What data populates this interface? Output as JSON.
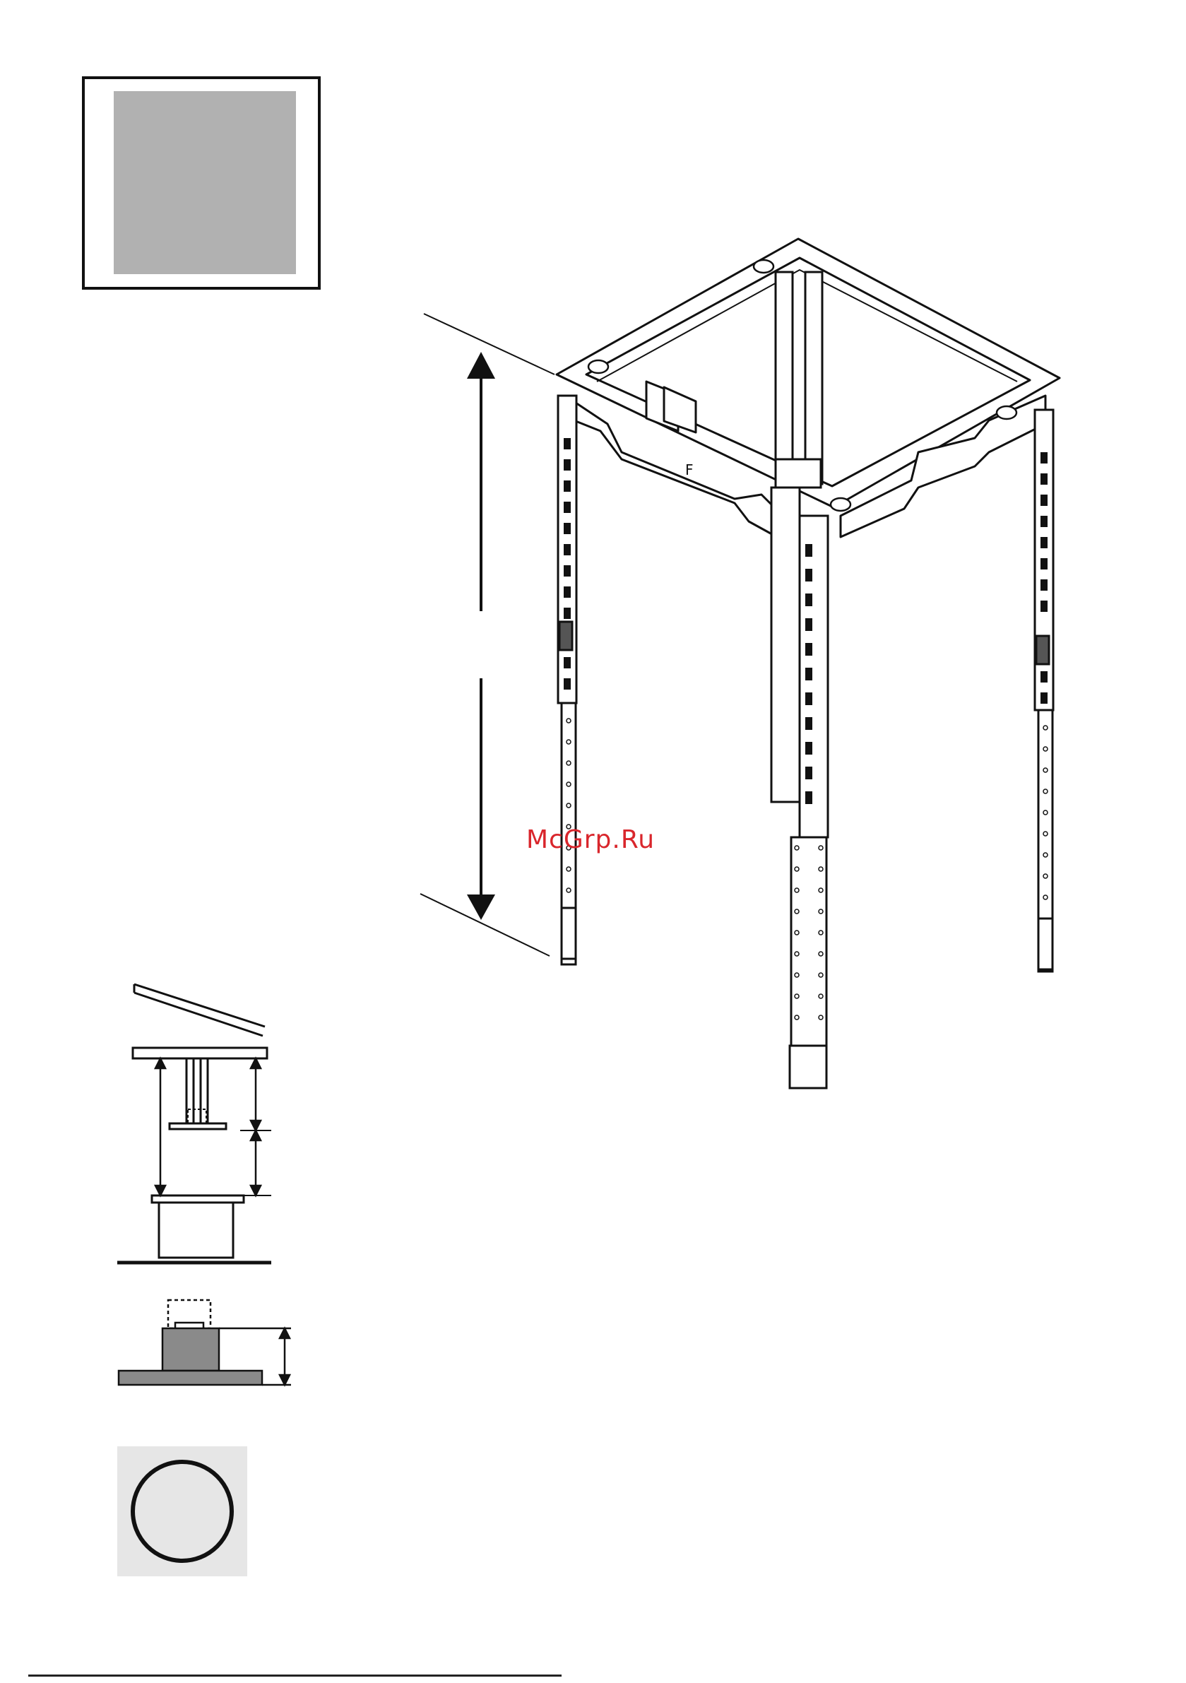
{
  "watermark": {
    "text": "McGrp.Ru",
    "color": "#d9262c"
  },
  "frame_marker": {
    "text": "F"
  },
  "icons": {
    "thumbnail": "gray-square-placeholder",
    "dimension_arrow": "double-headed-vertical-arrow",
    "circle_badge": "circle-outline-icon"
  },
  "colors": {
    "line": "#111111",
    "thumb_fill": "#b1b1b1",
    "badge_bg": "#e6e6e6",
    "foot_fill": "#8a8a8a"
  }
}
